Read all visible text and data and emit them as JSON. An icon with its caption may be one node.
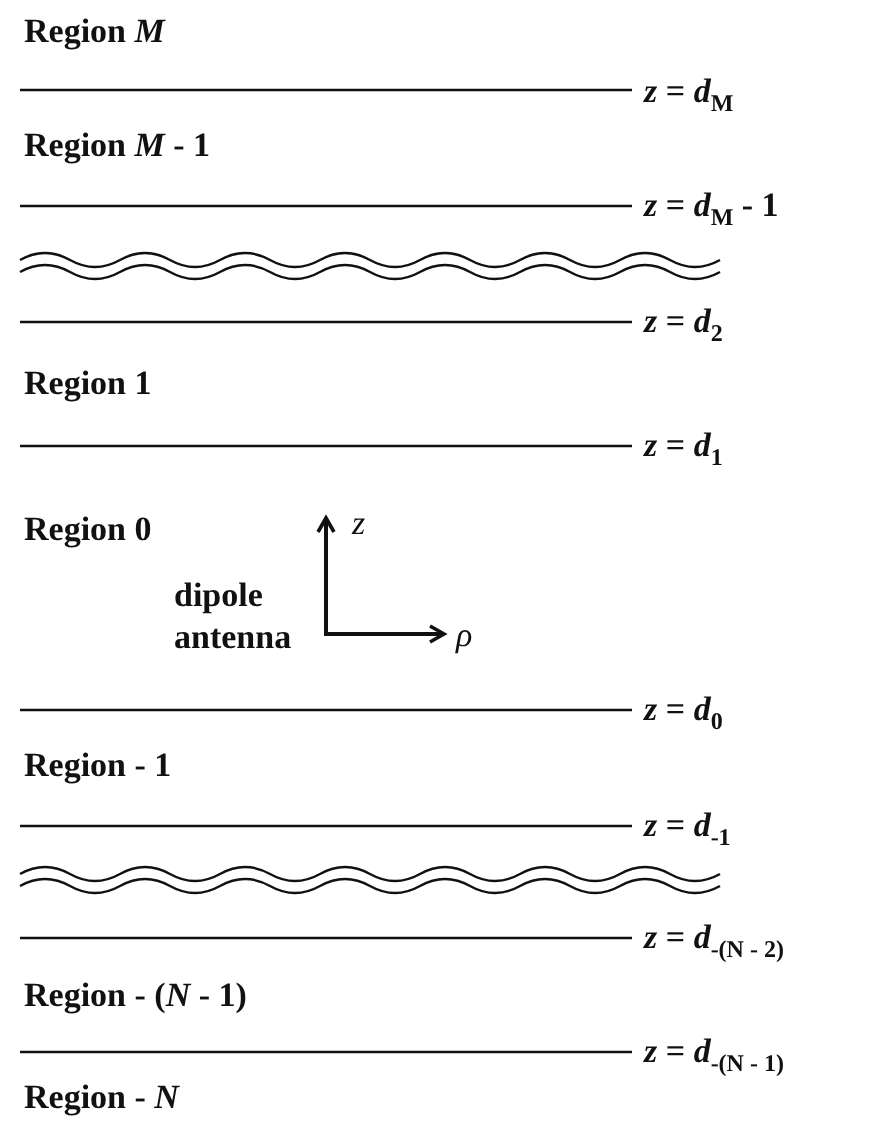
{
  "diagram": {
    "labels": [
      "Region *M*",
      "*z* = *d*$_{M}$",
      "Region *M* - 1",
      "*z* = *d*$_{M}$ - 1",
      "*z* = *d*$_{2}$",
      "Region 1",
      "*z* = *d*$_{1}$",
      "Region 0",
      "z",
      "dipole antenna",
      "ρ",
      "*z* = *d*$_{0}$",
      "Region - 1",
      "*z* = *d*$_{-1}$",
      "*z* = *d*$_{-(N - 2)}$",
      "Region - (*N* - 1)",
      "*z* = *d*$_{-(N - 1)}$",
      "Region - *N*"
    ]
  }
}
